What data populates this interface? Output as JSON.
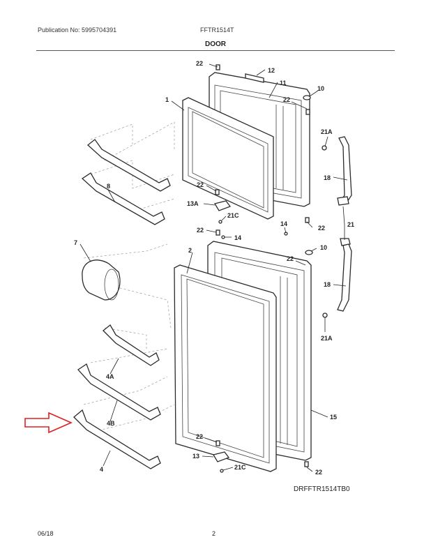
{
  "header": {
    "publication": "Publication No: 5995704391",
    "model": "FFTR1514T",
    "section": "DOOR"
  },
  "footer": {
    "drawing_code": "DRFFTR1514TB0",
    "date": "06/18",
    "page": "2"
  },
  "callouts": {
    "c22a": "22",
    "c12": "12",
    "c11": "11",
    "c10a": "10",
    "c22b": "22",
    "c1": "1",
    "c21Aa": "21A",
    "c8": "8",
    "c18a": "18",
    "c22c": "22",
    "c13A": "13A",
    "c21Ca": "21C",
    "c22d": "22",
    "c14a": "14",
    "c14b": "14",
    "c22e": "22",
    "c21": "21",
    "c7": "7",
    "c2": "2",
    "c10b": "10",
    "c22f": "22",
    "c18b": "18",
    "c21Ab": "21A",
    "c4A": "4A",
    "c4B": "4B",
    "c15": "15",
    "c4": "4",
    "c22g": "22",
    "c13": "13",
    "c21Cb": "21C",
    "c22h": "22"
  },
  "colors": {
    "arrow": "#e02020",
    "lines": "#2a2a2a"
  }
}
